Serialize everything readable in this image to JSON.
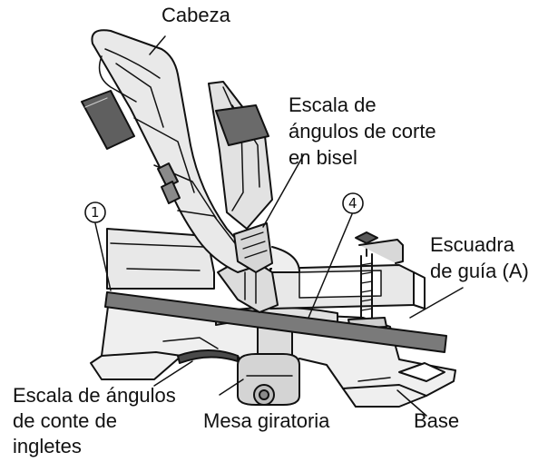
{
  "labels": {
    "head": "Cabeza",
    "bevel_scale": [
      "Escala de",
      "ángulos de corte",
      "en bisel"
    ],
    "fence": [
      "Escuadra",
      "de guía (A)"
    ],
    "miter_scale": [
      "Escala de ángulos",
      "de conte de",
      "ingletes"
    ],
    "turntable": "Mesa giratoria",
    "base": "Base"
  },
  "callouts": {
    "one": "1",
    "four": "4"
  },
  "colors": {
    "line": "#111111",
    "metal": "#e6e6e6",
    "metal_dark": "#9a9a9a",
    "board": "#7a7a7a"
  }
}
